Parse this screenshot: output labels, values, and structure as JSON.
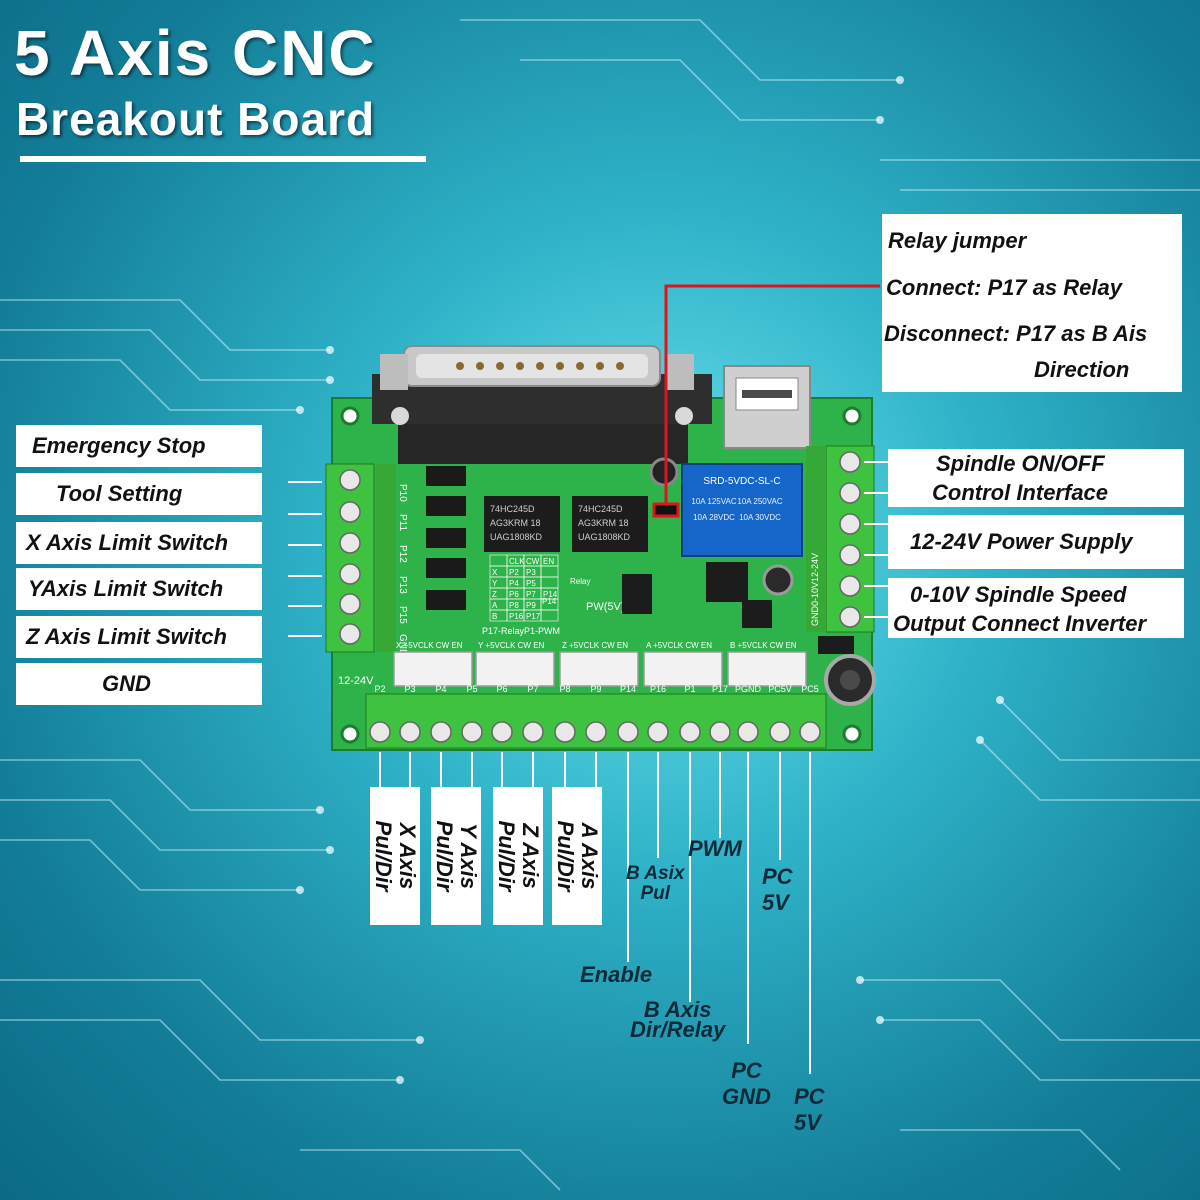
{
  "title": {
    "main": "5 Axis CNC",
    "sub": "Breakout Board"
  },
  "left_labels": [
    "Emergency Stop",
    "Tool Setting",
    "X Axis Limit Switch",
    "YAxis Limit Switch",
    "Z Axis Limit Switch",
    "GND"
  ],
  "relay_callout": {
    "line1": "Relay jumper",
    "line2": "Connect: P17 as Relay",
    "line3": "Disconnect: P17 as B Ais",
    "line4": "Direction"
  },
  "right_labels": [
    {
      "line1": "Spindle ON/OFF",
      "line2": "Control Interface"
    },
    {
      "line1": "12-24V Power Supply"
    },
    {
      "line1": "0-10V Spindle Speed",
      "line2": "Output Connect Inverter"
    }
  ],
  "bottom_vertical_labels": [
    {
      "line1": "X Axis",
      "line2": "Pul/Dir"
    },
    {
      "line1": "Y Axis",
      "line2": "Pul/Dir"
    },
    {
      "line1": "Z Axis",
      "line2": "Pul/Dir"
    },
    {
      "line1": "A Axis",
      "line2": "Pul/Dir"
    }
  ],
  "bottom_labels": {
    "b_axis_pul": {
      "line1": "B Asix",
      "line2": "Pul"
    },
    "pwm": "PWM",
    "pc5v_a": {
      "line1": "PC",
      "line2": "5V"
    },
    "enable": "Enable",
    "b_axis_dir": {
      "line1": "B Axis",
      "line2": "Dir/Relay"
    },
    "pc_gnd": {
      "line1": "PC",
      "line2": "GND"
    },
    "pc5v_b": {
      "line1": "PC",
      "line2": "5V"
    }
  },
  "board_text": {
    "left_pins": [
      "P10",
      "P11",
      "P12",
      "P13",
      "P15",
      "GND"
    ],
    "chip1": [
      "74HC245D",
      "AG3KRM 18",
      "UAG1808KD"
    ],
    "chip2": [
      "74HC245D",
      "AG3KRM 18",
      "UAG1808KD"
    ],
    "relay": [
      "SRD-5VDC-SL-C",
      "10A 250VAC",
      "10A 125VAC",
      "10A 30VDC",
      "10A 28VDC"
    ],
    "relay_jumper_label": "Relay",
    "pw_label": "PW(5V)",
    "p17_label": "P17-RelayP1-PWM",
    "p14_label": "P14",
    "power_label": "12-24V",
    "right_terminal_label": "GND0-10V12-24V",
    "axis_headers": [
      "X +5VCLK CW EN",
      "Y +5VCLK CW EN",
      "Z +5VCLK CW EN",
      "A +5VCLK CW EN",
      "B +5VCLK CW EN"
    ],
    "bottom_pins": [
      "P2",
      "P3",
      "P4",
      "P5",
      "P6",
      "P7",
      "P8",
      "P9",
      "P14",
      "P16",
      "P1",
      "P17",
      "PGND",
      "PC5V",
      "PC5"
    ],
    "table": [
      [
        "",
        "CLK",
        "CW",
        "EN"
      ],
      [
        "X",
        "P2",
        "P3",
        ""
      ],
      [
        "Y",
        "P4",
        "P5",
        ""
      ],
      [
        "Z",
        "P6",
        "P7",
        "P14"
      ],
      [
        "A",
        "P8",
        "P9",
        ""
      ],
      [
        "B",
        "P16",
        "P17",
        ""
      ]
    ]
  },
  "colors": {
    "background": "#2fb3c8",
    "board": "#2db34a",
    "terminal": "#3fc23f",
    "relay": "#1665c8",
    "callout_line": "#e0141a"
  }
}
